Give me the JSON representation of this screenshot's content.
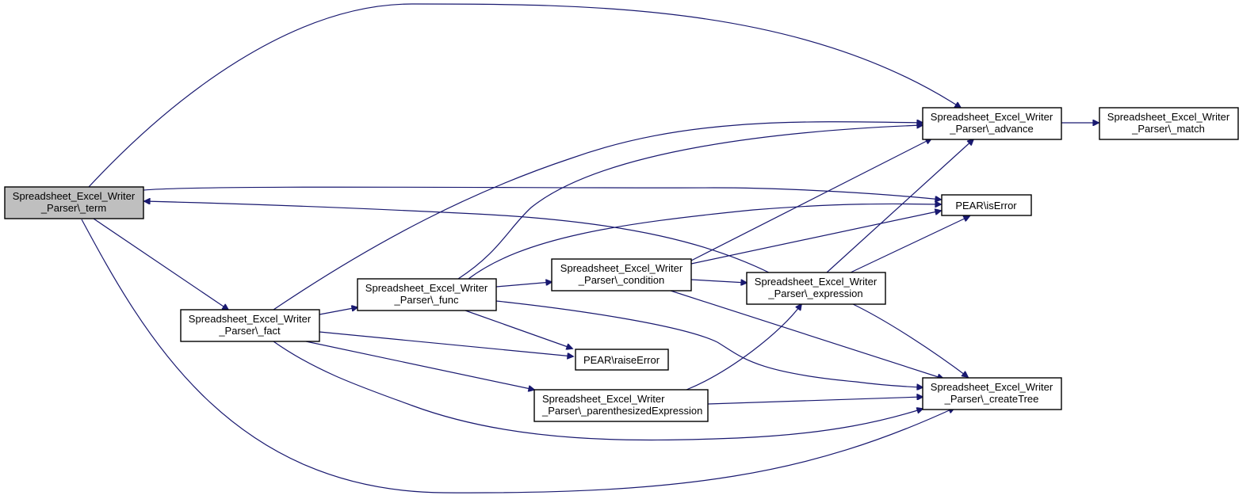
{
  "colors": {
    "edge": "#191970",
    "node_border": "#000000",
    "node_fill": "#ffffff",
    "root_fill": "#bfbfbf"
  },
  "nodes": {
    "term": {
      "line1": "Spreadsheet_Excel_Writer",
      "line2": "_Parser\\_term"
    },
    "fact": {
      "line1": "Spreadsheet_Excel_Writer",
      "line2": "_Parser\\_fact"
    },
    "func": {
      "line1": "Spreadsheet_Excel_Writer",
      "line2": "_Parser\\_func"
    },
    "condition": {
      "line1": "Spreadsheet_Excel_Writer",
      "line2": "_Parser\\_condition"
    },
    "expression": {
      "line1": "Spreadsheet_Excel_Writer",
      "line2": "_Parser\\_expression"
    },
    "raiseError": {
      "line1": "PEAR\\raiseError"
    },
    "parenthesized": {
      "line1": "Spreadsheet_Excel_Writer",
      "line2": "_Parser\\_parenthesizedExpression"
    },
    "advance": {
      "line1": "Spreadsheet_Excel_Writer",
      "line2": "_Parser\\_advance"
    },
    "match": {
      "line1": "Spreadsheet_Excel_Writer",
      "line2": "_Parser\\_match"
    },
    "isError": {
      "line1": "PEAR\\isError"
    },
    "createTree": {
      "line1": "Spreadsheet_Excel_Writer",
      "line2": "_Parser\\_createTree"
    }
  },
  "edges": [
    [
      "term",
      "advance"
    ],
    [
      "term",
      "isError"
    ],
    [
      "term",
      "fact"
    ],
    [
      "term",
      "createTree"
    ],
    [
      "fact",
      "func"
    ],
    [
      "fact",
      "advance"
    ],
    [
      "fact",
      "raiseError"
    ],
    [
      "fact",
      "parenthesized"
    ],
    [
      "fact",
      "createTree"
    ],
    [
      "func",
      "condition"
    ],
    [
      "func",
      "advance"
    ],
    [
      "func",
      "isError"
    ],
    [
      "func",
      "raiseError"
    ],
    [
      "func",
      "createTree"
    ],
    [
      "condition",
      "advance"
    ],
    [
      "condition",
      "isError"
    ],
    [
      "condition",
      "expression"
    ],
    [
      "condition",
      "createTree"
    ],
    [
      "expression",
      "term"
    ],
    [
      "expression",
      "advance"
    ],
    [
      "expression",
      "isError"
    ],
    [
      "expression",
      "createTree"
    ],
    [
      "parenthesized",
      "expression"
    ],
    [
      "parenthesized",
      "createTree"
    ],
    [
      "advance",
      "match"
    ]
  ]
}
